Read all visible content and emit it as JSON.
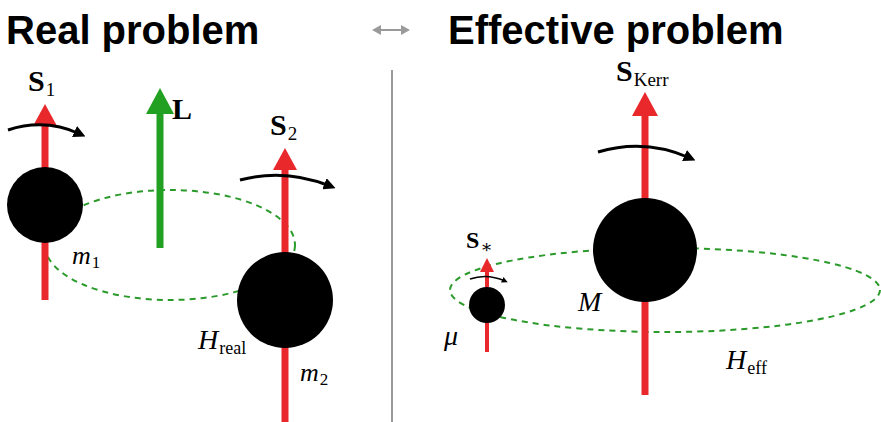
{
  "diagram": {
    "labels": [
      "Real problem",
      "Effective problem",
      "S",
      "1",
      "L",
      "S",
      "2",
      "m",
      "1",
      "H",
      "real",
      "m",
      "2",
      "S",
      "Kerr",
      "S",
      "∗",
      "μ",
      "M",
      "H",
      "eff"
    ]
  }
}
